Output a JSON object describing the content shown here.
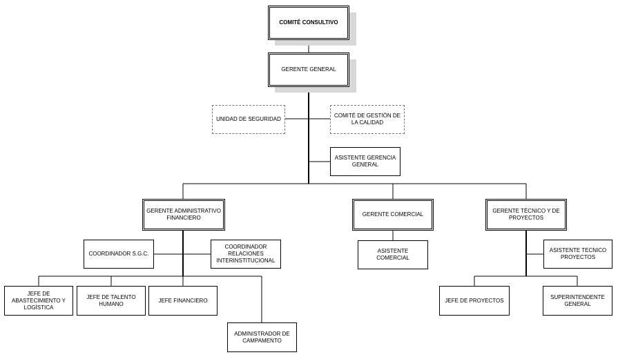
{
  "org_chart": {
    "comite_consultivo": "COMITÉ CONSULTIVO",
    "gerente_general": "GERENTE GENERAL",
    "unidad_seguridad": "UNIDAD DE SEGURIDAD",
    "comite_gestion_calidad": "COMITÉ DE GESTIÓN DE LA CALIDAD",
    "asistente_gerencia_general": "ASISTENTE GERENCIA GENERAL",
    "gerente_administrativo_financiero": "GERENTE ADMINISTRATIVO FINANCIERO",
    "gerente_comercial": "GERENTE COMERCIAL",
    "gerente_tecnico_proyectos": "GERENTE TÉCNICO Y DE PROYECTOS",
    "coordinador_sgc": "COORDINADOR S.G.C.",
    "coordinador_relaciones": "COORDINADOR RELACIONES INTERINSTITUCIONAL",
    "asistente_comercial": "ASISTENTE COMERCIAL",
    "asistente_tecnico_proyectos": "ASISTENTE TECNICO PROYECTOS",
    "jefe_abastecimiento": "JEFE DE ABASTECIMIENTO Y LOGÍSTICA",
    "jefe_talento_humano": "JEFE DE TALENTO HUMANO",
    "jefe_financiero": "JEFE FINANCIERO",
    "administrador_campamento": "ADMINISTRADOR DE CAMPAMENTO",
    "jefe_proyectos": "JEFE DE PROYECTOS",
    "superintendente_general": "SUPERINTENDENTE GENERAL"
  }
}
